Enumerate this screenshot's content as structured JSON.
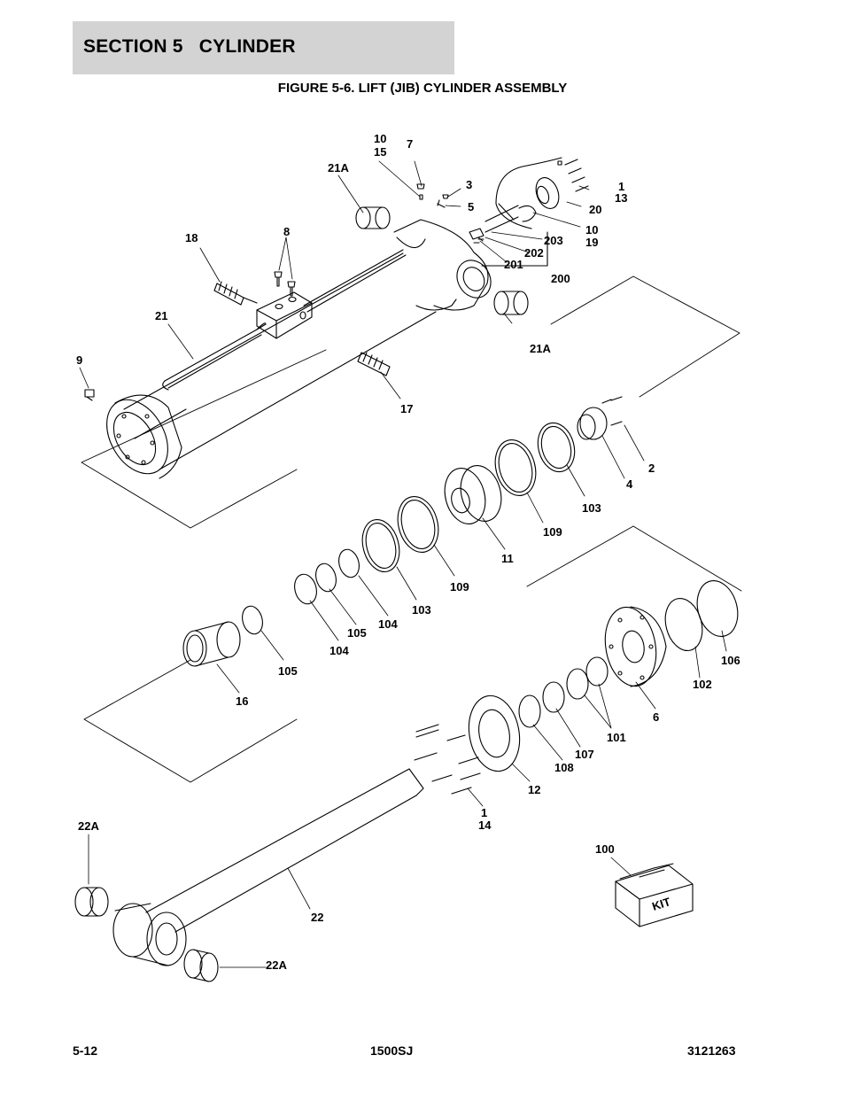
{
  "header": {
    "section_title": "SECTION 5   CYLINDER",
    "background_color": "#d3d3d3"
  },
  "figure": {
    "title": "FIGURE 5-6. LIFT (JIB) CYLINDER ASSEMBLY"
  },
  "callouts": {
    "c10a": "10",
    "c15": "15",
    "c7": "7",
    "c21A_top": "21A",
    "c3": "3",
    "c5": "5",
    "c1a": "1",
    "c13": "13",
    "c20": "20",
    "c10b": "10",
    "c19": "19",
    "c18": "18",
    "c8": "8",
    "c203": "203",
    "c202": "202",
    "c201": "201",
    "c200": "200",
    "c21": "21",
    "c21A_mid": "21A",
    "c9": "9",
    "c17": "17",
    "c2": "2",
    "c4": "4",
    "c103a": "103",
    "c109a": "109",
    "c11": "11",
    "c109b": "109",
    "c103b": "103",
    "c104a": "104",
    "c105a": "105",
    "c104b": "104",
    "c105b": "105",
    "c16": "16",
    "c106": "106",
    "c102": "102",
    "c6": "6",
    "c101": "101",
    "c107": "107",
    "c108": "108",
    "c12": "12",
    "c1b": "1",
    "c14": "14",
    "c22A_top": "22A",
    "c100": "100",
    "c22": "22",
    "c22A_bot": "22A",
    "kit_label": "KIT"
  },
  "footer": {
    "page_number": "5-12",
    "model": "1500SJ",
    "part_number": "3121263"
  }
}
